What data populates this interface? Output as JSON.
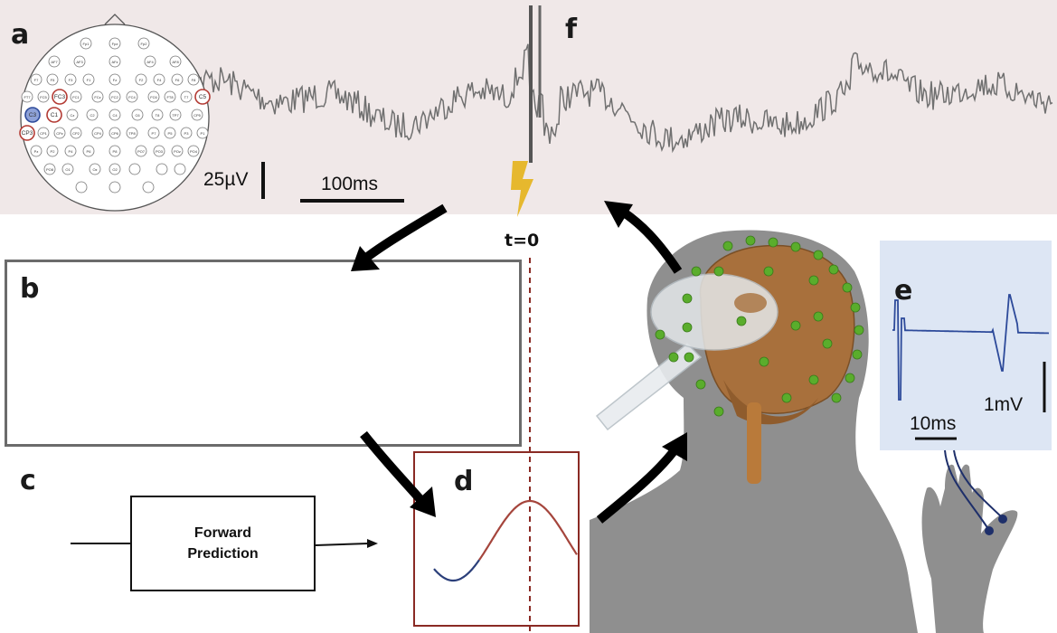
{
  "panels": {
    "a": "a",
    "b": "b",
    "c": "c",
    "d": "d",
    "e": "e",
    "f": "f"
  },
  "scalebars": {
    "eeg_amplitude": "25µV",
    "eeg_time": "100ms",
    "emg_amplitude": "1mV",
    "emg_time": "10ms"
  },
  "stimulus_time": "t=0",
  "forward_box": "Forward\nPrediction",
  "electrodes": [
    "Fp1",
    "Fpz",
    "Fp2",
    "AF7",
    "AF3",
    "AFz",
    "AF4",
    "AF8",
    "F7",
    "F5",
    "F3",
    "F1",
    "Fz",
    "F2",
    "F4",
    "F6",
    "F8",
    "FT7",
    "FC5",
    "FC3",
    "FC1",
    "FCz",
    "FC2",
    "FC4",
    "FC6",
    "FT8",
    "T7",
    "C5",
    "C3",
    "C1",
    "Cz",
    "C2",
    "C4",
    "C6",
    "T8",
    "TP7",
    "CP5",
    "CP3",
    "CP1",
    "CPz",
    "CP2",
    "CP4",
    "CP6",
    "TP8",
    "P7",
    "P5",
    "P3",
    "P1",
    "Pz",
    "P2",
    "P4",
    "P6",
    "P8",
    "PO7",
    "PO3",
    "POz",
    "PO4",
    "PO8",
    "O1",
    "Oz",
    "O2"
  ],
  "highlighted_electrodes": {
    "center": "C3",
    "neighbors": [
      "FC3",
      "C5",
      "C1",
      "CP3"
    ]
  },
  "colors": {
    "eeg_trace": "#707070",
    "top_background": "#f0e8e8",
    "panel_d_border": "#8a2a24",
    "past_signal": "#2b3f7a",
    "predicted_signal": "#a5453c",
    "emg_trace": "#2d4a9a",
    "emg_background": "#dde6f4",
    "lightning": "#e6b82e",
    "electrode_dot": "#5aad2c",
    "brain": "#a8703c",
    "silhouette": "#8f8f8f"
  }
}
